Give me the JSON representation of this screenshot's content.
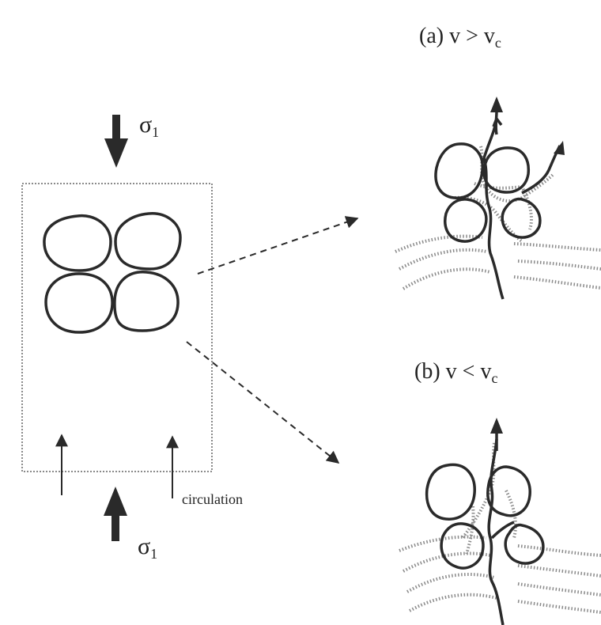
{
  "labels": {
    "panel_a": {
      "prefix": "(a) v > v",
      "sub": "c"
    },
    "panel_b": {
      "prefix": "(b) v < v",
      "sub": "c"
    },
    "sigma_top": {
      "main": "σ",
      "sub": "1"
    },
    "sigma_bottom": {
      "main": "σ",
      "sub": "1"
    },
    "circulation": "circulation"
  },
  "colors": {
    "ink": "#2a2a2a",
    "dotted": "#8a8a8a",
    "background": "#ffffff"
  }
}
